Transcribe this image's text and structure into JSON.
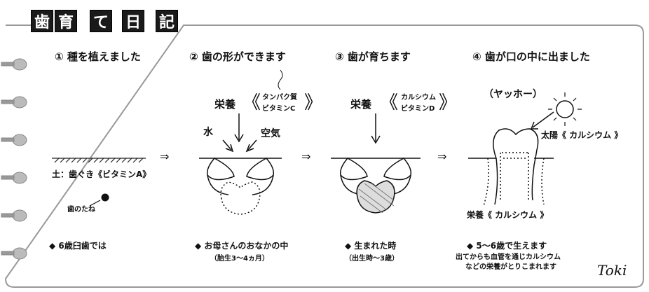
{
  "title_chars": [
    "歯",
    "育",
    "て",
    "日",
    "記"
  ],
  "steps": {
    "s1": "① 種を植えました",
    "s2": "② 歯の形ができます",
    "s3": "③ 歯が育ちます",
    "s4": "④ 歯が口の中に出ました"
  },
  "labels": {
    "eiyou": "栄養",
    "nutrient2": [
      "タンパク質",
      "ビタミンC"
    ],
    "nutrient3": [
      "カルシウム",
      "ビタミンD"
    ],
    "mizu": "水",
    "kuuki": "空気",
    "soil": "土：歯ぐき《ビタミンA》",
    "seed": "歯のたね",
    "yattaa": "（ヤッホー）",
    "taiyou": "太陽《 カルシウム 》",
    "eiyou4": "栄養《 カルシウム 》",
    "arrow": "⇒"
  },
  "notes": {
    "n1": "◆ 6歳臼歯では",
    "n2": "◆ お母さんのおなかの中",
    "n2_sub": "（胎生3～4ヵ月）",
    "n3": "◆ 生まれた時",
    "n3_sub": "（出生時～3歳）",
    "n4": "◆ 5～6歳で生えます",
    "n4_sub1": "出てからも血管を通じカルシウム",
    "n4_sub2": "などの栄養がとりこまれます"
  },
  "signature": "Toki"
}
